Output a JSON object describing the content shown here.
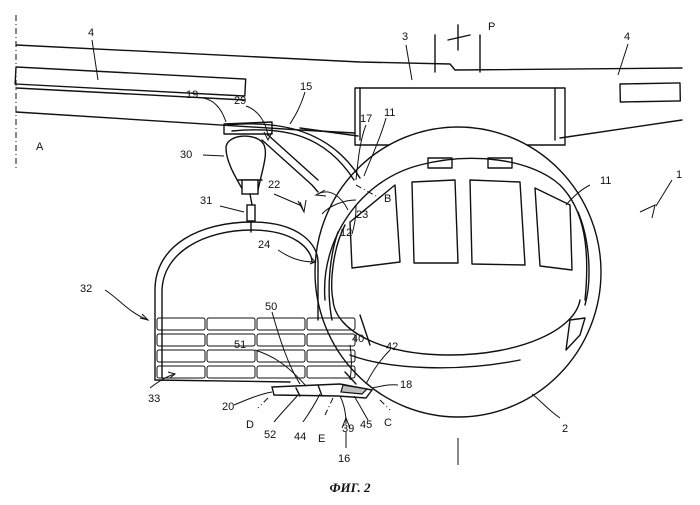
{
  "caption": "ФИГ. 2",
  "labels": {
    "l1": "1",
    "l2": "2",
    "l3": "3",
    "l4a": "4",
    "l4b": "4",
    "l11a": "11",
    "l11b": "11",
    "l12": "12",
    "l15": "15",
    "l16": "16",
    "l17": "17",
    "l18": "18",
    "l19": "19",
    "l20": "20",
    "l22": "22",
    "l23": "23",
    "l24": "24",
    "l29": "29",
    "l30": "30",
    "l31": "31",
    "l32": "32",
    "l33": "33",
    "l39": "39",
    "l40": "40",
    "l42": "42",
    "l44": "44",
    "l45": "45",
    "l50": "50",
    "l51": "51",
    "l52": "52",
    "lA": "A",
    "lB": "B",
    "lC": "C",
    "lD": "D",
    "lE": "E",
    "lP": "P"
  }
}
